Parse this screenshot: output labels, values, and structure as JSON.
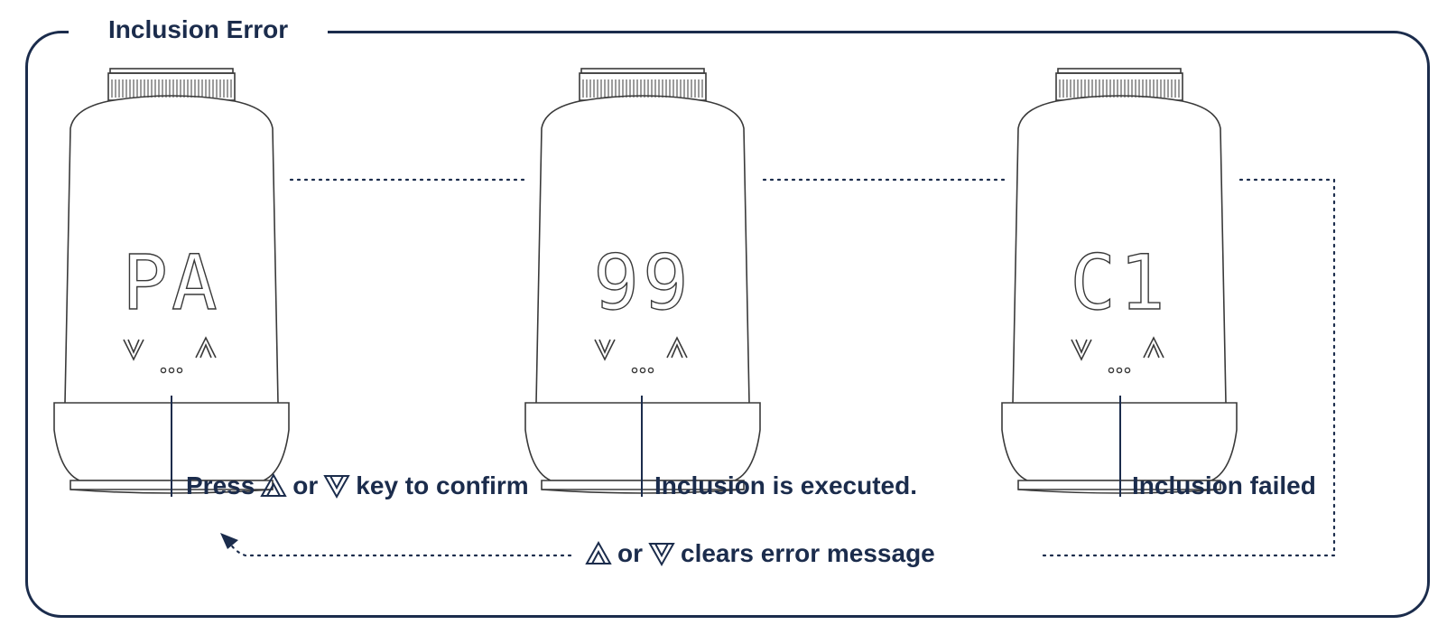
{
  "section_title": "Inclusion Error",
  "colors": {
    "navy": "#1b2c4c",
    "outline": "#3a3a3a"
  },
  "devices": [
    {
      "display_text": "PA",
      "caption_pre": "Press",
      "caption_mid": "or",
      "caption_post": "key to confirm",
      "caption_icons": [
        "up-arrow-icon",
        "down-arrow-icon"
      ]
    },
    {
      "display_text": "99",
      "caption": "Inclusion is executed."
    },
    {
      "display_text": "C1",
      "caption": "Inclusion failed"
    }
  ],
  "bottom_note": {
    "mid": "or",
    "post": "clears error message",
    "icons": [
      "up-arrow-icon",
      "down-arrow-icon"
    ]
  }
}
